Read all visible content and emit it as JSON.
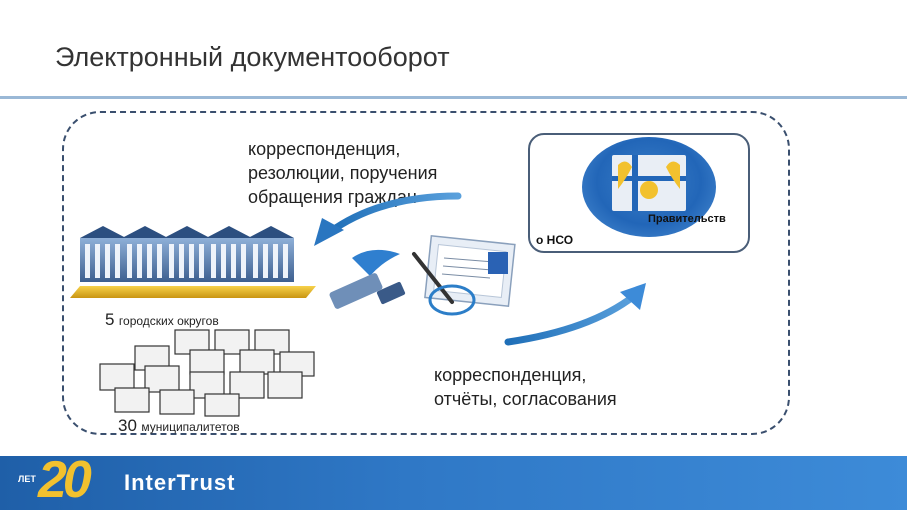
{
  "header": {
    "title": "Электронный документооборот"
  },
  "incoming_text": {
    "line1": "корреспонденция,",
    "line2": "резолюции, поручения",
    "line3": "обращения граждан"
  },
  "outgoing_text": {
    "line1": "корреспонденция,",
    "line2": "отчёты, согласования"
  },
  "government": {
    "label_part1": "Правительств",
    "label_part2": "о НСО"
  },
  "city_districts": {
    "count": "5",
    "label": "городских округов"
  },
  "municipalities": {
    "count": "30",
    "label": "муниципалитетов"
  },
  "footer": {
    "years_number": "20",
    "years_label": "ЛЕТ",
    "brand": "InterTrust"
  },
  "colors": {
    "accent_blue": "#2f78c6",
    "frame": "#3a4f6e",
    "gold": "#f2c12e"
  }
}
